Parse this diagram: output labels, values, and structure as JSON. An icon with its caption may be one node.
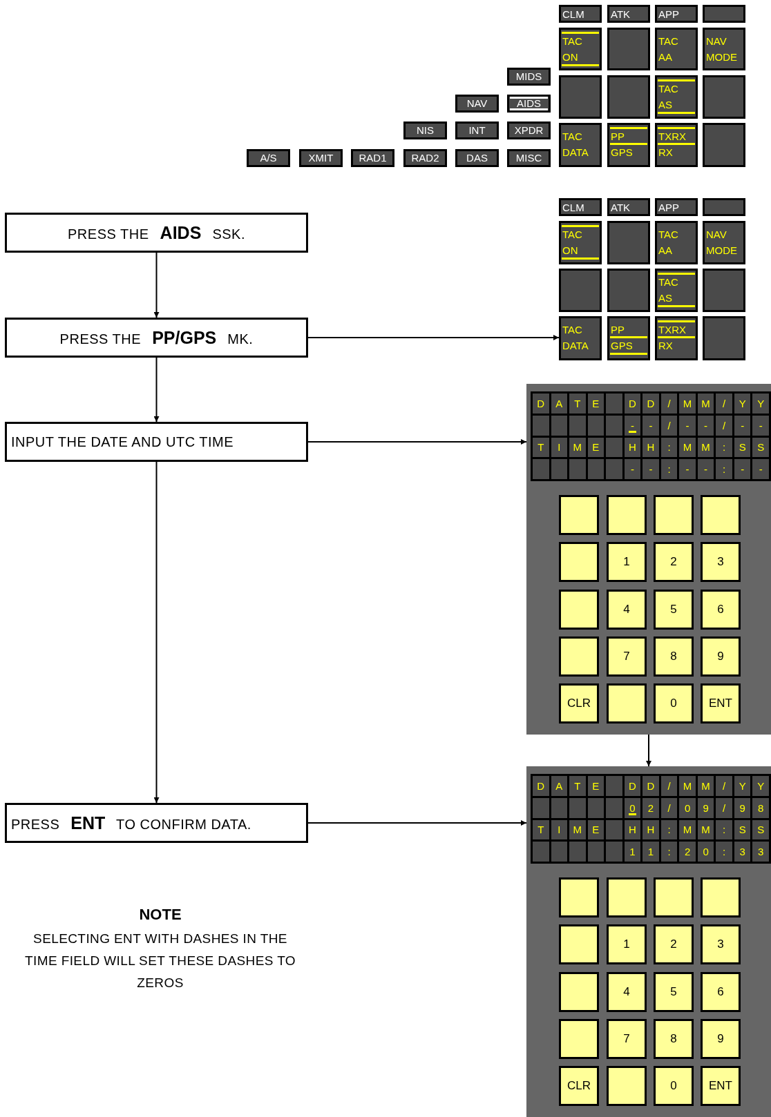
{
  "diagram": {
    "nodes": [
      {
        "text": [
          "CLM"
        ]
      },
      {
        "text": [
          "ATK"
        ]
      },
      {
        "text": [
          "APP"
        ]
      },
      {
        "text": [],
        "shape": "box"
      },
      {
        "text": [
          "TAC ON"
        ]
      },
      {
        "text": [],
        "shape": "box"
      },
      {
        "text": [
          "TAC AA"
        ]
      },
      {
        "text": [
          "NAV MODE"
        ]
      },
      {
        "text": [],
        "shape": "box"
      },
      {
        "text": [],
        "shape": "box"
      },
      {
        "text": [
          "TAC AS"
        ]
      },
      {
        "text": [],
        "shape": "box"
      },
      {
        "text": [
          "TAC DATA"
        ]
      },
      {
        "text": [
          "PP GPS"
        ]
      },
      {
        "text": [
          "TXRX RX"
        ]
      },
      {
        "text": [],
        "shape": "box"
      },
      {
        "text": [
          "MIDS"
        ]
      },
      {
        "text": [
          "NAV"
        ]
      },
      {
        "text": [
          "AIDS"
        ]
      },
      {
        "text": [
          "NIS"
        ]
      },
      {
        "text": [
          "INT"
        ]
      },
      {
        "text": [
          "XPDR"
        ]
      },
      {
        "text": [
          "A/S"
        ]
      },
      {
        "text": [
          "XMIT"
        ]
      },
      {
        "text": [
          "RAD1"
        ]
      },
      {
        "text": [
          "RAD2"
        ]
      },
      {
        "text": [
          "DAS"
        ]
      },
      {
        "text": [
          "MISC"
        ]
      },
      {
        "text": [
          "CLM"
        ]
      },
      {
        "text": [
          "ATK"
        ]
      },
      {
        "text": [
          "APP"
        ]
      },
      {
        "text": [],
        "shape": "box"
      },
      {
        "text": [
          "TAC ON"
        ]
      },
      {
        "text": [],
        "shape": "box"
      },
      {
        "text": [
          "TAC AA"
        ]
      },
      {
        "text": [
          "NAV MODE"
        ]
      },
      {
        "text": [],
        "shape": "box"
      },
      {
        "text": [],
        "shape": "box"
      },
      {
        "text": [
          "TAC AS"
        ]
      },
      {
        "text": [],
        "shape": "box"
      },
      {
        "text": [
          "TAC DATA"
        ]
      },
      {
        "text": [
          "PP GPS"
        ]
      },
      {
        "text": [
          "TXRX RX"
        ]
      },
      {
        "text": [],
        "shape": "box"
      },
      {
        "text": [
          "PRESS THE **AIDS** SSK."
        ]
      },
      {
        "text": [
          "PRESS THE **PP/GPS** MK."
        ]
      },
      {
        "text": [
          "INPUT THE DATE AND UTC TIME"
        ]
      },
      {
        "text": [
          "PRESS **ENT** TO CONFIRM DATA."
        ]
      },
      {
        "text": [],
        "shape": "box"
      },
      {
        "text": [],
        "shape": "box",
        "in": 48
      },
      {
        "text": [],
        "shape": "box",
        "in": 48
      },
      {
        "text": [],
        "shape": "box",
        "in": 48
      },
      {
        "text": [],
        "shape": "box",
        "in": 48
      },
      {
        "text": [],
        "shape": "box",
        "in": 48
      },
      {
        "text": [
          "1"
        ],
        "in": 48
      },
      {
        "text": [
          "2"
        ],
        "in": 48
      },
      {
        "text": [
          "3"
        ],
        "in": 48
      },
      {
        "text": [],
        "shape": "box",
        "in": 48
      },
      {
        "text": [
          "4"
        ],
        "in": 48
      },
      {
        "text": [
          "5"
        ],
        "in": 48
      },
      {
        "text": [
          "6"
        ],
        "in": 48
      },
      {
        "text": [],
        "shape": "box",
        "in": 48
      },
      {
        "text": [
          "7"
        ],
        "in": 48
      },
      {
        "text": [
          "8"
        ],
        "in": 48
      },
      {
        "text": [
          "9"
        ],
        "in": 48
      },
      {
        "text": [
          "CLR"
        ],
        "in": 48
      },
      {
        "text": [],
        "shape": "box",
        "in": 48
      },
      {
        "text": [
          "0"
        ],
        "in": 48
      },
      {
        "text": [
          "ENT"
        ],
        "in": 48
      },
      {
        "text": [],
        "shape": "box"
      },
      {
        "text": [],
        "shape": "box",
        "in": 69
      },
      {
        "text": [],
        "shape": "box",
        "in": 69
      },
      {
        "text": [],
        "shape": "box",
        "in": 69
      },
      {
        "text": [],
        "shape": "box",
        "in": 69
      },
      {
        "text": [],
        "shape": "box",
        "in": 69
      },
      {
        "text": [
          "1"
        ],
        "in": 69
      },
      {
        "text": [
          "2"
        ],
        "in": 69
      },
      {
        "text": [
          "3"
        ],
        "in": 69
      },
      {
        "text": [],
        "shape": "box",
        "in": 69
      },
      {
        "text": [
          "4"
        ],
        "in": 69
      },
      {
        "text": [
          "5"
        ],
        "in": 69
      },
      {
        "text": [
          "6"
        ],
        "in": 69
      },
      {
        "text": [],
        "shape": "box",
        "in": 69
      },
      {
        "text": [
          "7"
        ],
        "in": 69
      },
      {
        "text": [
          "8"
        ],
        "in": 69
      },
      {
        "text": [
          "9"
        ],
        "in": 69
      },
      {
        "text": [
          "CLR"
        ],
        "in": 69
      },
      {
        "text": [],
        "shape": "box",
        "in": 69
      },
      {
        "text": [
          "0"
        ],
        "in": 69
      },
      {
        "text": [
          "ENT"
        ],
        "in": 69
      }
    ],
    "edges": [
      {
        "from": 44,
        "to": 45,
        "arrow": "to"
      },
      {
        "from": 45,
        "to": 46,
        "arrow": "to"
      },
      {
        "from": 46,
        "to": 47,
        "arrow": "to"
      },
      {
        "from": 45,
        "to": 40,
        "arrow": "to"
      },
      {
        "from": 46,
        "to": 48,
        "arrow": "to"
      },
      {
        "from": 47,
        "to": 69,
        "arrow": "to"
      },
      {
        "from": 48,
        "to": 69,
        "arrow": "to"
      }
    ],
    "labels": [
      "D",
      "A",
      "T",
      "E",
      "D",
      "D",
      "/",
      "M",
      "M",
      "/",
      "Y",
      "Y",
      "-",
      "-",
      "/",
      "-",
      "-",
      "/",
      "-",
      "-",
      "T",
      "I",
      "M",
      "E",
      "H",
      "H",
      ":",
      "M",
      "M",
      ":",
      "S",
      "S",
      "-",
      "-",
      ":",
      "-",
      "-",
      ":",
      "-",
      "-",
      "D",
      "A",
      "T",
      "E",
      "D",
      "D",
      "/",
      "M",
      "M",
      "/",
      "Y",
      "Y",
      "0",
      "2",
      "/",
      "0",
      "9",
      "/",
      "9",
      "8",
      "T",
      "I",
      "M",
      "E",
      "H",
      "H",
      ":",
      "M",
      "M",
      ":",
      "S",
      "S",
      "1",
      "1",
      ":",
      "2",
      "0",
      ":",
      "3",
      "3",
      "NOTE",
      "SELECTING ENT WITH DASHES IN THE TIME FIELD WILL SET THESE DASHES TO ZEROS"
    ]
  }
}
